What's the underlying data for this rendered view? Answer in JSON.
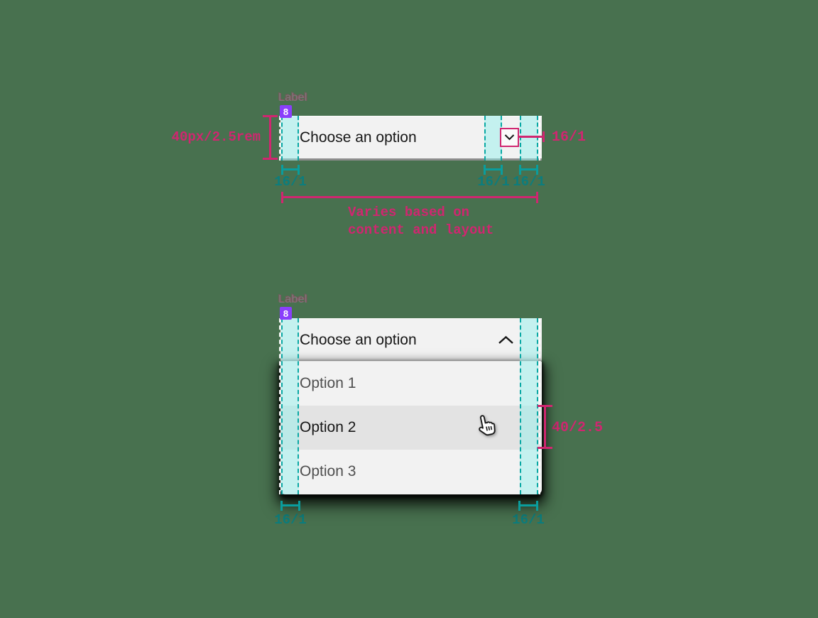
{
  "colors": {
    "background": "#48714F",
    "field_bg": "#f2f2f2",
    "field_bottom_border": "#8d8d8d",
    "hover_row_bg": "#e3e3e3",
    "annotation_pink": "#d02670",
    "annotation_teal": "#0a9d9d",
    "spacing_fill_teal": "#c4f1ee",
    "spacing_token_purple": "#8a3ffc",
    "text_primary": "#161616",
    "text_secondary": "#4f4f4f",
    "label_gray": "#7a7a7a"
  },
  "collapsed_dropdown": {
    "label": "Label",
    "spacing_token": "8",
    "value": "Choose an option",
    "trigger_icon": "chevron-down",
    "height_annotation": "40px/2.5rem",
    "icon_margin_annotation": "16/1",
    "padding_annotations": [
      "16/1",
      "16/1",
      "16/1"
    ],
    "width_annotation": [
      "Varies based on",
      "content and layout"
    ]
  },
  "expanded_dropdown": {
    "label": "Label",
    "spacing_token": "8",
    "value": "Choose an option",
    "trigger_icon": "chevron-up",
    "options": [
      "Option 1",
      "Option 2",
      "Option 3"
    ],
    "hovered_option": "Option 2",
    "cursor": "hand-pointer",
    "option_height_annotation": "40/2.5",
    "padding_annotations": [
      "16/1",
      "16/1"
    ]
  }
}
